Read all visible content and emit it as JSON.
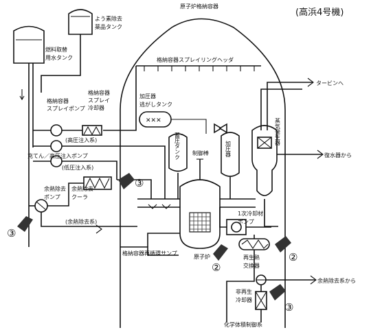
{
  "title": "(高浜4号機)",
  "labels": {
    "containment_vessel": "原子炉格納容器",
    "iodine_tank": [
      "よう素除去",
      "薬品タンク"
    ],
    "fuel_water_tank": [
      "燃料取替",
      "用水タンク"
    ],
    "spray_header": "格納容器スプレイリングヘッダ",
    "to_turbine": "タービンへ",
    "spray_pump": [
      "格納容器",
      "スプレイポンプ"
    ],
    "spray_cooler": [
      "格納容器",
      "スプレイ",
      "冷却器"
    ],
    "pressurizer_relief_tank": [
      "加圧器",
      "逃がしタンク"
    ],
    "steam_generator": "蒸気発生器",
    "hp_injection": "(高圧注入系)",
    "accumulator_tank": "蓄圧タンク",
    "control_rod": "制御棒",
    "pressurizer": "加圧器",
    "from_feedwater": "復水器から",
    "charging_pump": "充てん／高圧注入ポンプ",
    "lp_injection": "(低圧注入系)",
    "rhr_pump": [
      "余熱除去",
      "ポンプ"
    ],
    "rhr_cooler": [
      "余熱除去",
      "クーラ"
    ],
    "primary_pump": [
      "1次冷却材",
      "ポンプ"
    ],
    "rhr_system_inner": "(余熱除去系)",
    "reactor": "原子炉",
    "regen_hx": [
      "再生熱",
      "交換器"
    ],
    "sump": "格納容器再循環サンプ",
    "from_rhr": "余熱除去系から",
    "nonregen_cooler": [
      "非再生",
      "冷却器"
    ],
    "cvcs": "化学体積制御系"
  },
  "markers": {
    "m3_left": "③",
    "m3_mid": "③",
    "m2_center": "②",
    "m2_right": "②",
    "m3_bottom": "③"
  },
  "icons": [
    "check-valve-icon",
    "pump-icon",
    "flow-arrow-icon",
    "spray-nozzle-icon"
  ]
}
